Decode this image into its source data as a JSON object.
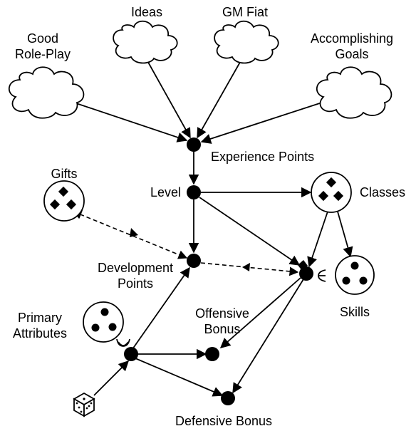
{
  "sources": {
    "good_roleplay": [
      "Good",
      "Role-Play"
    ],
    "ideas": "Ideas",
    "gm_fiat": "GM Fiat",
    "accomplishing_goals": [
      "Accomplishing",
      "Goals"
    ]
  },
  "nodes": {
    "experience_points": "Experience Points",
    "level": "Level",
    "development_points": [
      "Development",
      "Points"
    ],
    "offensive_bonus": [
      "Offensive",
      "Bonus"
    ],
    "defensive_bonus": "Defensive Bonus"
  },
  "sets": {
    "gifts": "Gifts",
    "classes": "Classes",
    "skills": "Skills",
    "primary_attributes": [
      "Primary",
      "Attributes"
    ]
  }
}
